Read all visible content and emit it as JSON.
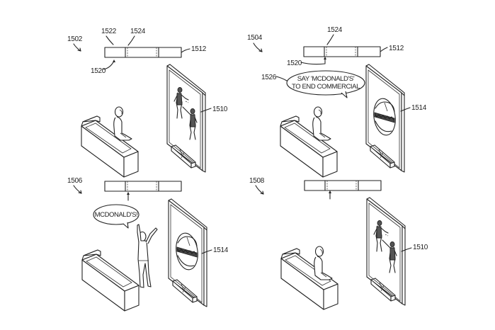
{
  "diagram": {
    "type": "patent-figure",
    "panels": [
      {
        "id": "1502",
        "timeline_label": "1512",
        "timeline_labels": {
          "position_marker": "1520",
          "segment_start": "1522",
          "ad_marker": "1524"
        },
        "display_label": "1510",
        "display_content": "fighting-figures-scene",
        "person_pose": "seated-on-couch",
        "speech_bubble": null
      },
      {
        "id": "1504",
        "timeline_label": "1512",
        "timeline_labels": {
          "position_marker": "1520",
          "ad_marker": "1524"
        },
        "display_label": "1514",
        "display_content": "hamburger-commercial",
        "person_pose": "seated-on-couch",
        "speech_bubble": {
          "label": "1526",
          "line1": "SAY 'MCDONALD'S'",
          "line2": "TO END COMMERCIAL"
        }
      },
      {
        "id": "1506",
        "display_label": "1514",
        "display_content": "hamburger-commercial",
        "person_pose": "standing-arms-raised",
        "speech_bubble": {
          "text": "MCDONALD'S!"
        }
      },
      {
        "id": "1508",
        "display_label": "1510",
        "display_content": "fighting-figures-scene",
        "person_pose": "seated-on-couch",
        "speech_bubble": null
      }
    ]
  }
}
